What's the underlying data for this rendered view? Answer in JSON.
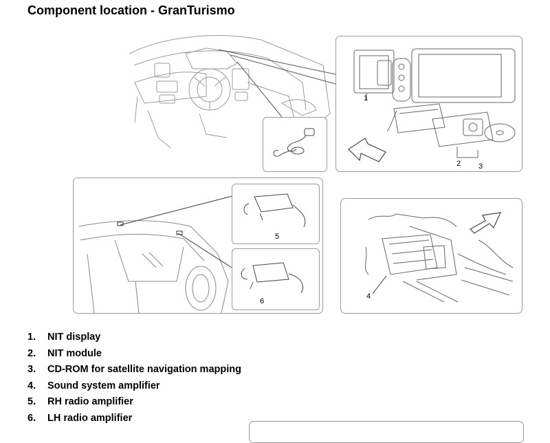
{
  "page": {
    "title": "Component location - GranTurismo"
  },
  "callouts": {
    "c1": "1",
    "c2": "2",
    "c3": "3",
    "c4": "4",
    "c5": "5",
    "c6": "6"
  },
  "legend": [
    {
      "num": "1.",
      "label": "NIT display"
    },
    {
      "num": "2.",
      "label": "NIT module"
    },
    {
      "num": "3.",
      "label": "CD-ROM for satellite navigation mapping"
    },
    {
      "num": "4.",
      "label": "Sound system amplifier"
    },
    {
      "num": "5.",
      "label": "RH radio amplifier"
    },
    {
      "num": "6.",
      "label": "LH radio amplifier"
    }
  ]
}
